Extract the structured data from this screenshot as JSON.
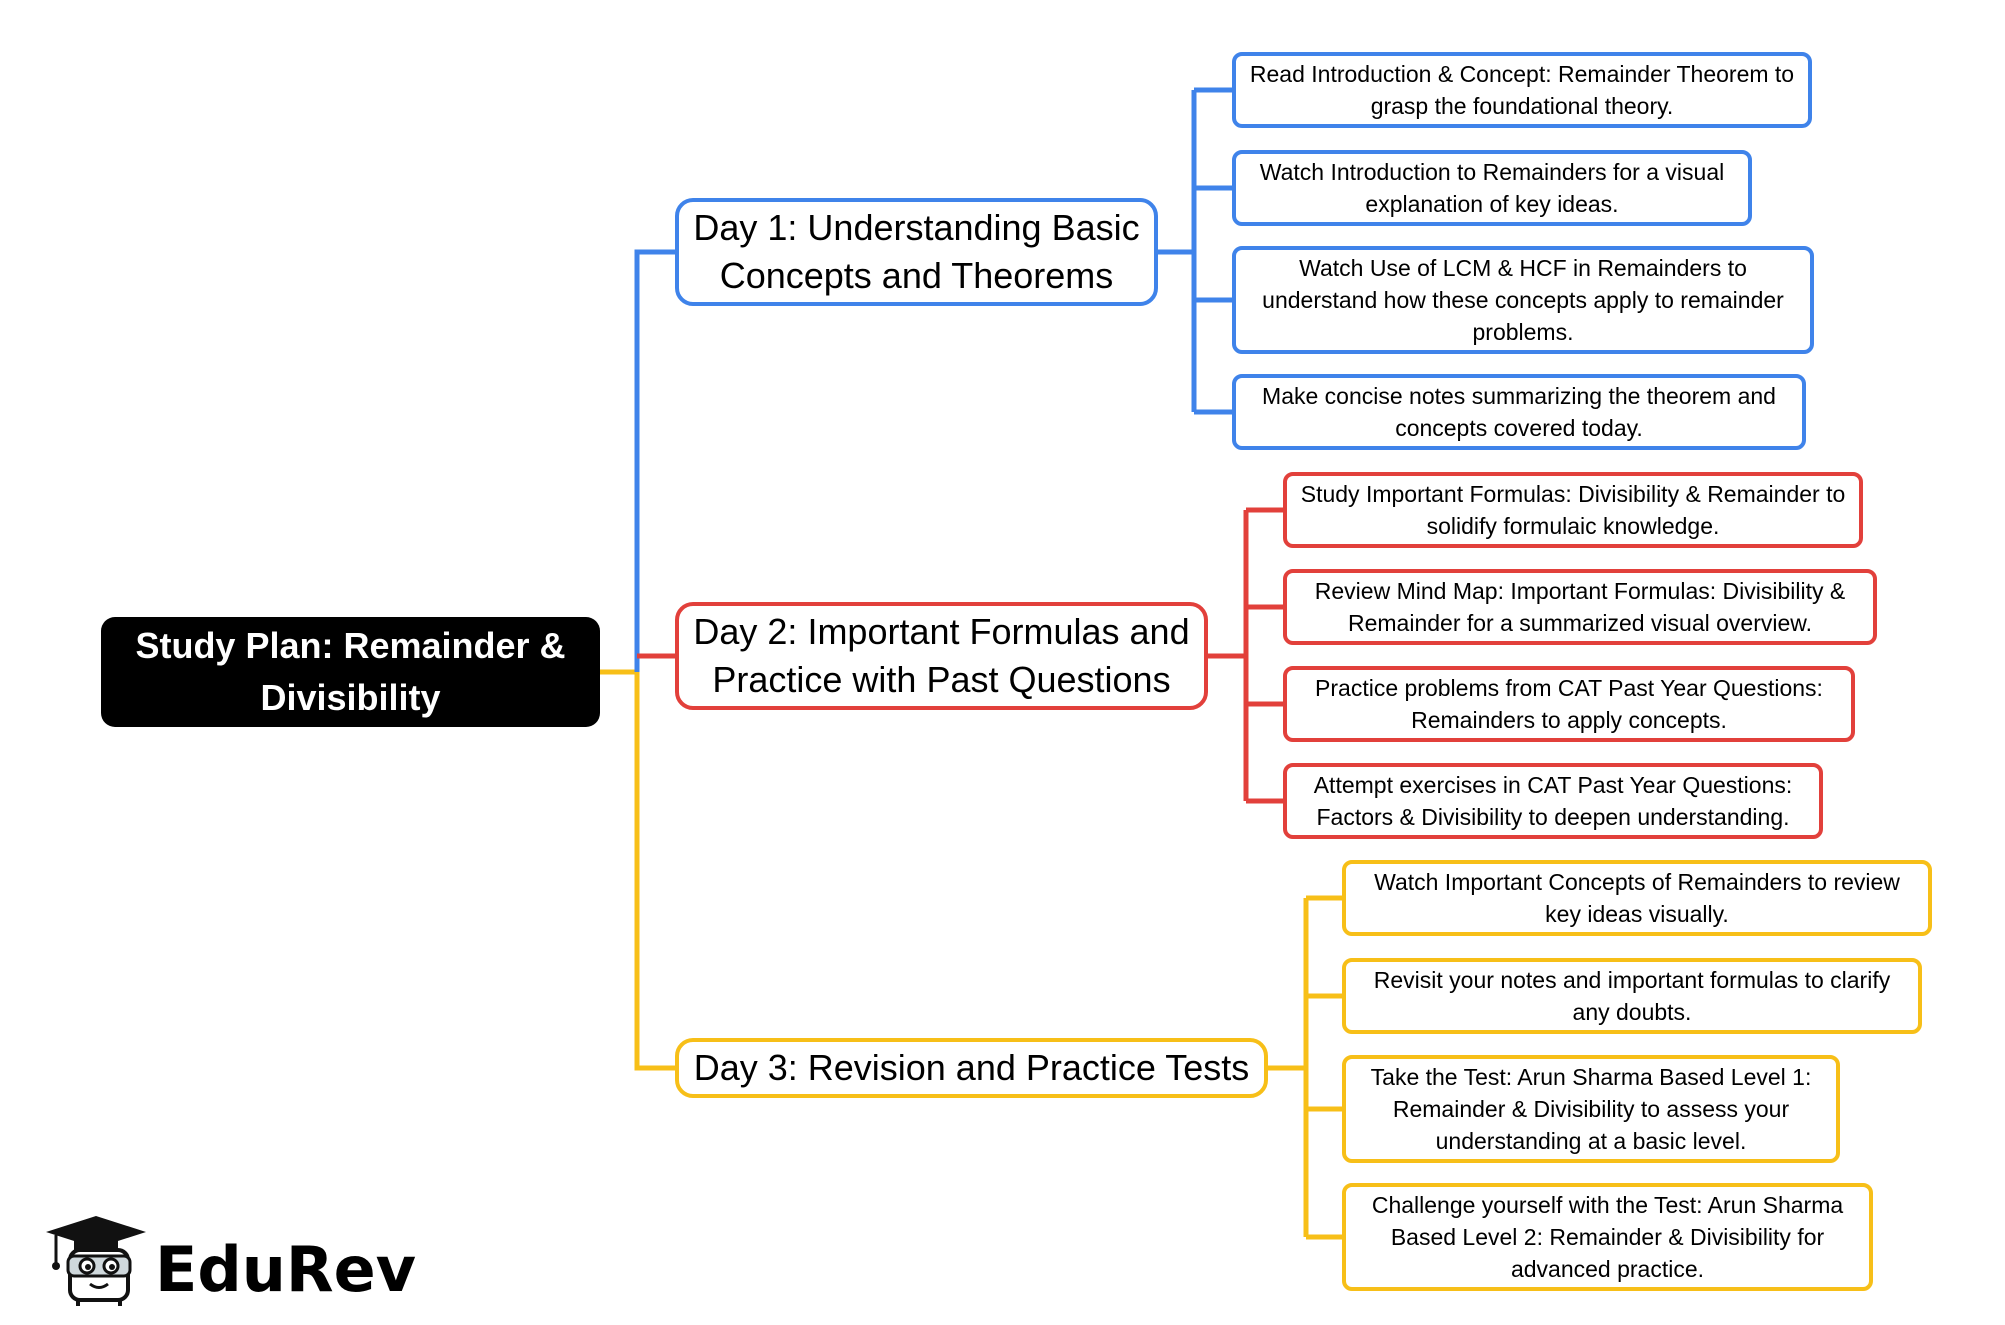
{
  "root": {
    "title": "Study Plan: Remainder & Divisibility"
  },
  "colors": {
    "day1": "#3f83ea",
    "day2": "#e2403b",
    "day3": "#f7bf18",
    "root": "#000000"
  },
  "days": [
    {
      "title": "Day 1: Understanding Basic Concepts and Theorems",
      "tasks": [
        "Read Introduction & Concept: Remainder Theorem to grasp the foundational theory.",
        "Watch Introduction to Remainders for a visual explanation of key ideas.",
        "Watch Use of LCM & HCF in Remainders to understand how these concepts apply to remainder problems.",
        "Make concise notes summarizing the theorem and concepts covered today."
      ]
    },
    {
      "title": "Day 2: Important Formulas and Practice with Past Questions",
      "tasks": [
        "Study Important Formulas: Divisibility & Remainder to solidify formulaic knowledge.",
        "Review Mind Map: Important Formulas: Divisibility & Remainder for a summarized visual overview.",
        "Practice problems from CAT Past Year Questions: Remainders to apply concepts.",
        "Attempt exercises in CAT Past Year Questions: Factors & Divisibility to deepen understanding."
      ]
    },
    {
      "title": "Day 3: Revision and Practice Tests",
      "tasks": [
        "Watch Important Concepts of Remainders to review key ideas visually.",
        "Revisit your notes and important formulas to clarify any doubts.",
        "Take the Test: Arun Sharma Based Level 1: Remainder & Divisibility to assess your understanding at a basic level.",
        "Challenge yourself with the Test: Arun Sharma Based Level 2: Remainder & Divisibility for advanced practice."
      ]
    }
  ],
  "logo": {
    "text": "EduRev",
    "icon": "graduate-mascot-icon"
  }
}
